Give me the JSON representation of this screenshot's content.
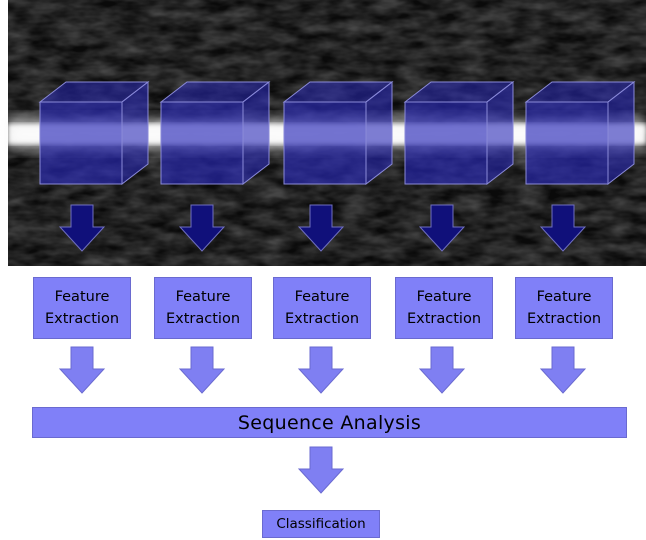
{
  "diagram": {
    "feature_boxes": [
      {
        "label": "Feature\nExtraction"
      },
      {
        "label": "Feature\nExtraction"
      },
      {
        "label": "Feature\nExtraction"
      },
      {
        "label": "Feature\nExtraction"
      },
      {
        "label": "Feature\nExtraction"
      }
    ],
    "sequence_label": "Sequence Analysis",
    "classification_label": "Classification"
  },
  "colors": {
    "cube_face": "#2a2ab8",
    "dark_arrow": "#10107a",
    "light_box": "#8080f8",
    "light_arrow": "#7f7ff2",
    "image_background": "#0a0a0a",
    "bright_band": "#f2f2f2"
  },
  "icons": [
    "video-frames-image",
    "volume-cube-icon",
    "arrow-down-icon"
  ]
}
